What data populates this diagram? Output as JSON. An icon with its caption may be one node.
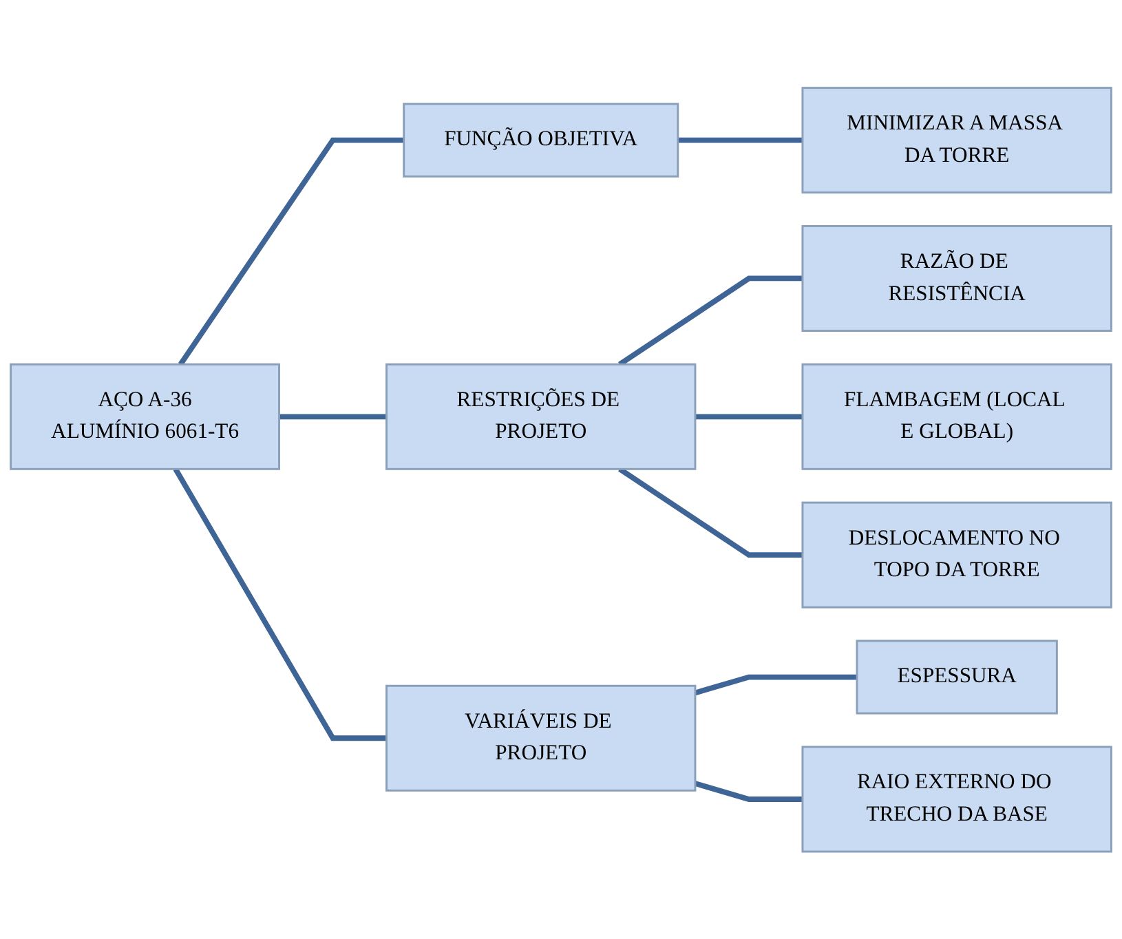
{
  "diagram": {
    "nodes": [
      {
        "text": [
          "AÇO A-36",
          "ALUMÍNIO 6061-T6"
        ]
      },
      {
        "text": [
          "FUNÇÃO OBJETIVA"
        ]
      },
      {
        "text": [
          "MINIMIZAR A MASSA DA TORRE"
        ]
      },
      {
        "text": [
          "RESTRIÇÕES DE PROJETO"
        ]
      },
      {
        "text": [
          "RAZÃO DE RESISTÊNCIA"
        ]
      },
      {
        "text": [
          "FLAMBAGEM (LOCAL E GLOBAL)"
        ]
      },
      {
        "text": [
          "DESLOCAMENTO NO TOPO DA TORRE"
        ]
      },
      {
        "text": [
          "VARIÁVEIS DE PROJETO"
        ]
      },
      {
        "text": [
          "ESPESSURA"
        ]
      },
      {
        "text": [
          "RAIO EXTERNO DO TRECHO DA BASE"
        ]
      }
    ],
    "edges": [
      {
        "from": 0,
        "to": 1,
        "arrow": "none"
      },
      {
        "from": 0,
        "to": 3,
        "arrow": "none"
      },
      {
        "from": 0,
        "to": 7,
        "arrow": "none"
      },
      {
        "from": 1,
        "to": 2,
        "arrow": "none"
      },
      {
        "from": 3,
        "to": 4,
        "arrow": "none"
      },
      {
        "from": 3,
        "to": 5,
        "arrow": "none"
      },
      {
        "from": 3,
        "to": 6,
        "arrow": "none"
      },
      {
        "from": 7,
        "to": 8,
        "arrow": "none"
      },
      {
        "from": 7,
        "to": 9,
        "arrow": "none"
      }
    ]
  }
}
